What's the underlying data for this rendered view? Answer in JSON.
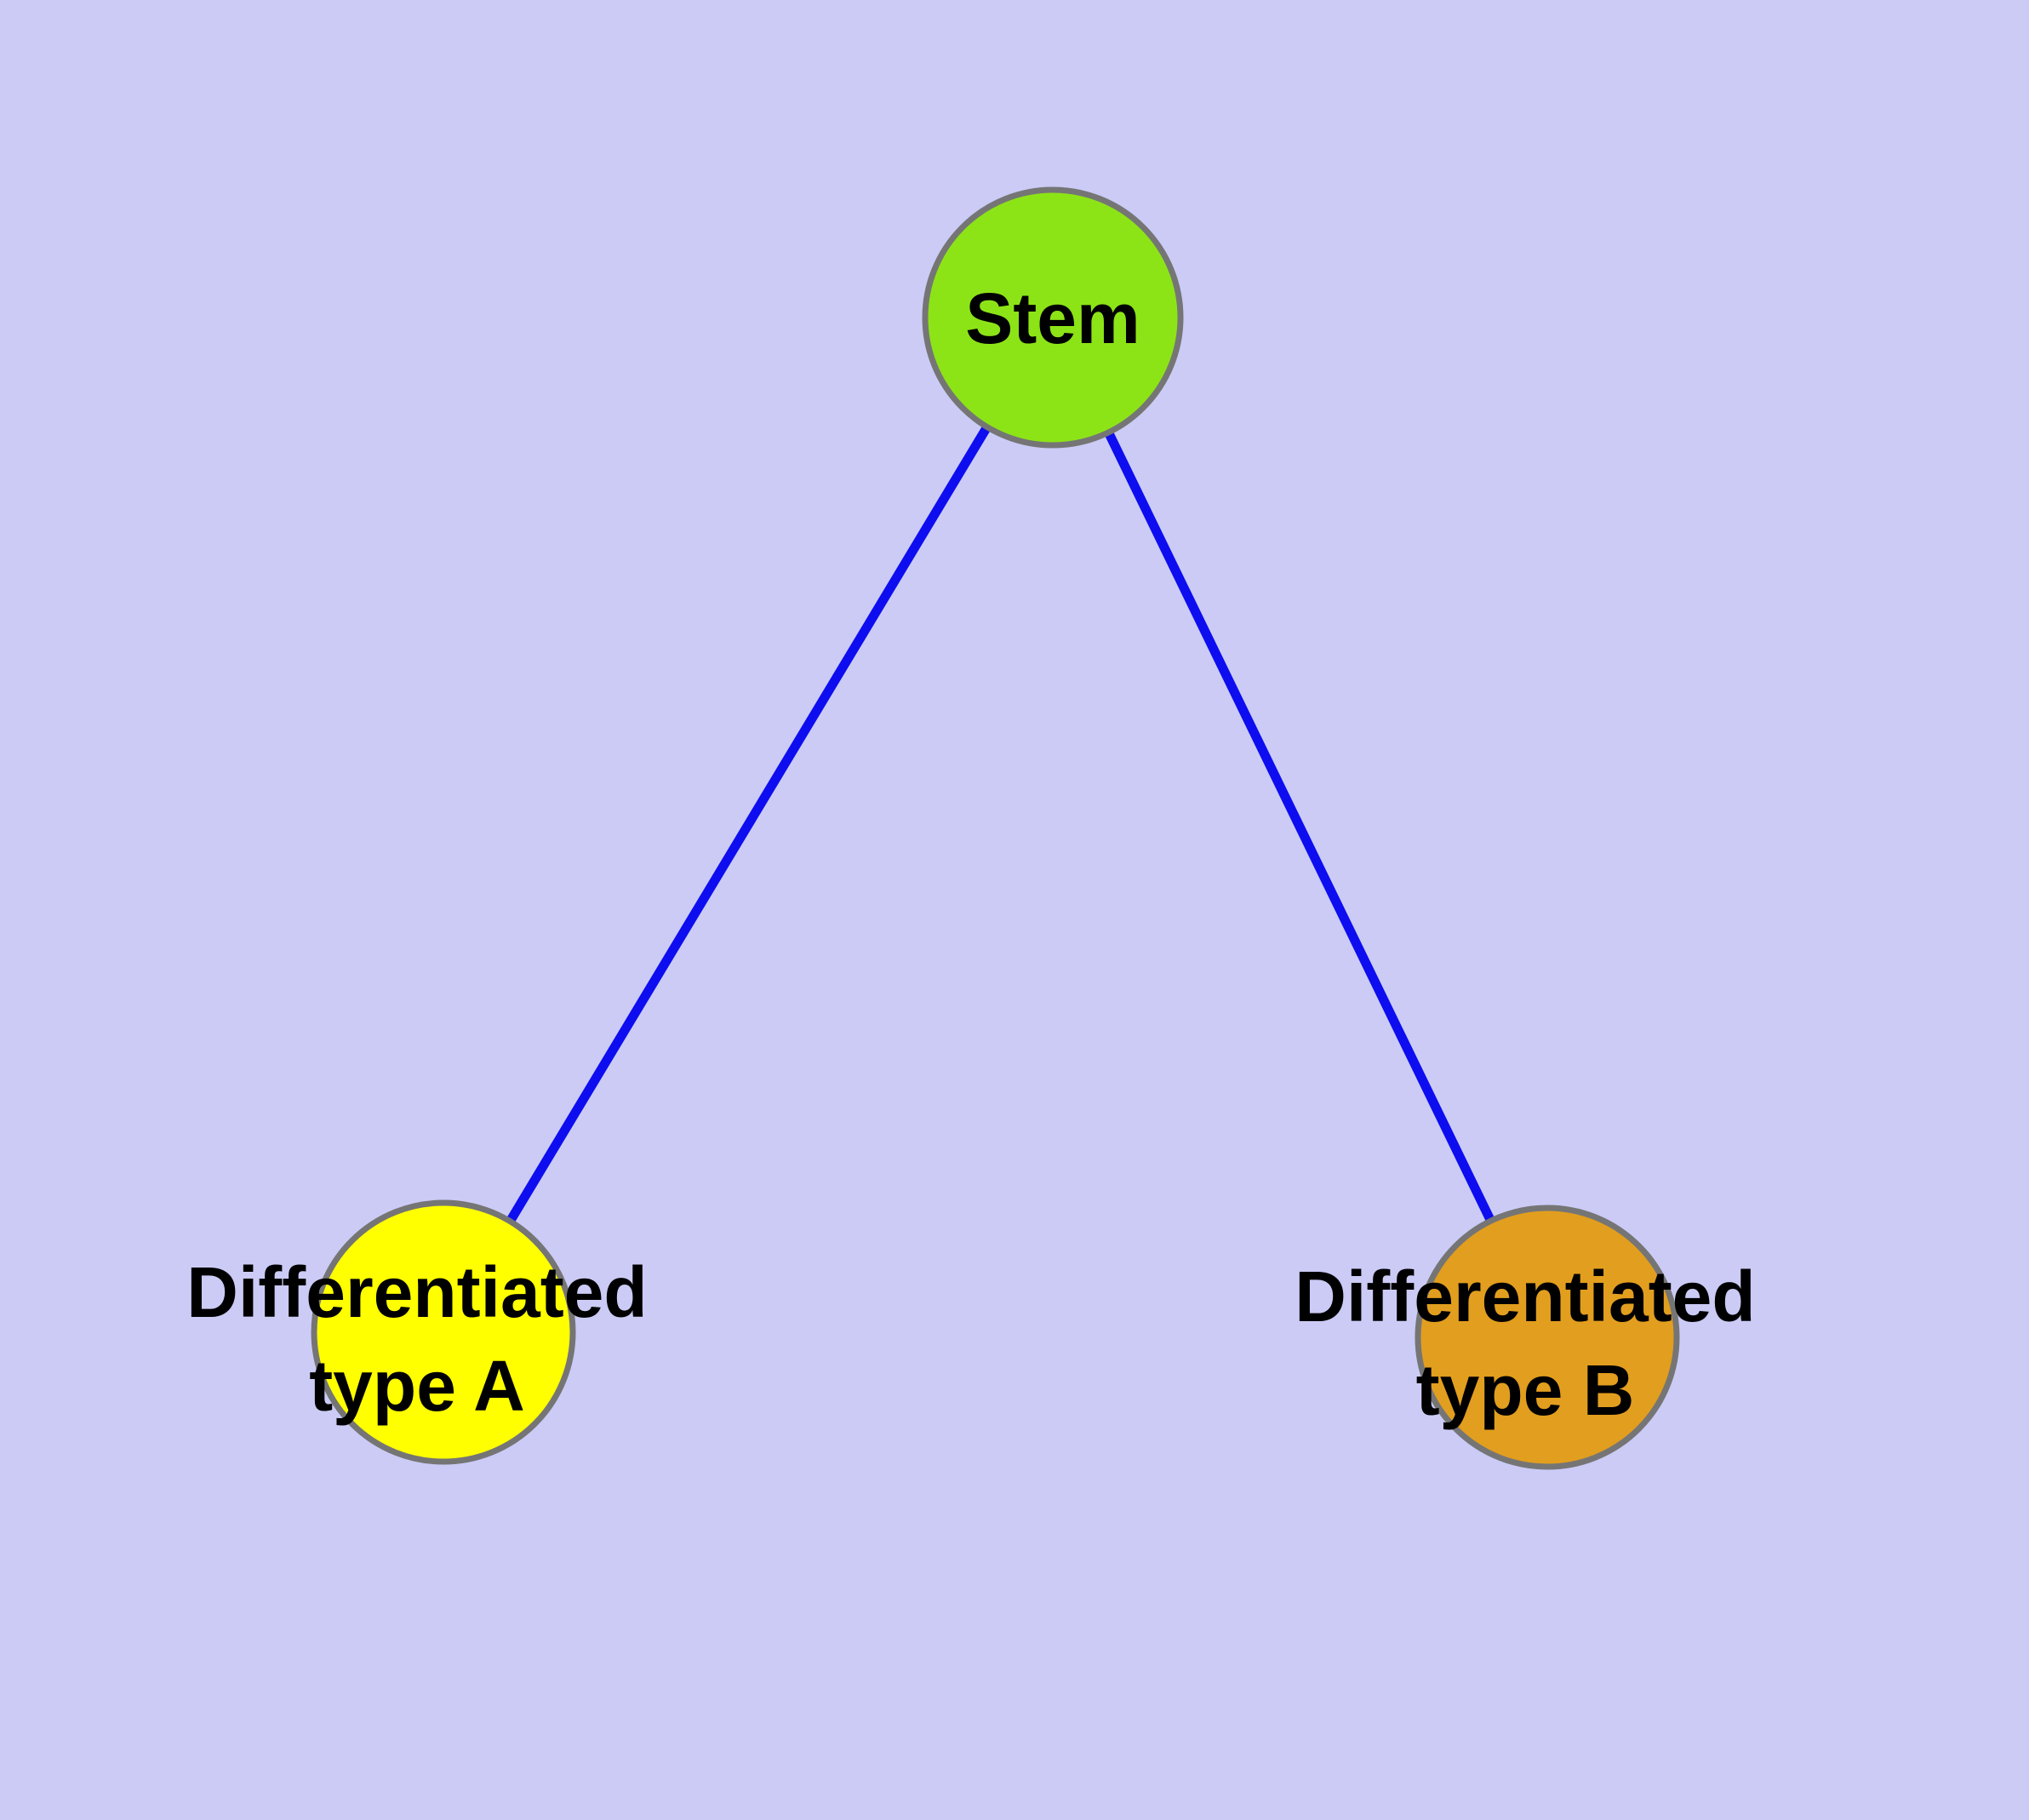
{
  "diagram": {
    "type": "graph",
    "background_color": "#cbcbf6",
    "edge_color": "#0d0df0",
    "node_border_color": "#757575",
    "label_color": "#000000",
    "nodes": [
      {
        "id": "stem",
        "label": "Stem",
        "fill": "#8ce417"
      },
      {
        "id": "differentiated-type-a",
        "label_line1": "Differentiated",
        "label_line2": "type A",
        "fill": "#ffff00"
      },
      {
        "id": "differentiated-type-b",
        "label_line1": "Differentiated",
        "label_line2": "type B",
        "fill": "#e29e1e"
      }
    ],
    "edges": [
      {
        "from": "Stem",
        "to": "Differentiated type A"
      },
      {
        "from": "Stem",
        "to": "Differentiated type B"
      }
    ]
  }
}
